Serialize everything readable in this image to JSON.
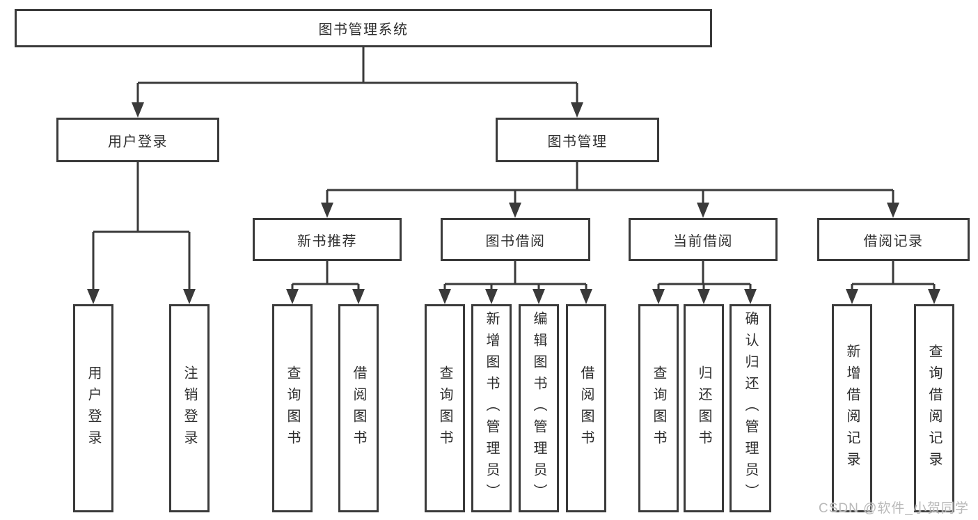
{
  "org_chart": {
    "root": {
      "label": "图书管理系统",
      "children": [
        {
          "label": "用户登录",
          "children": [
            {
              "label": "用户登录"
            },
            {
              "label": "注销登录"
            }
          ]
        },
        {
          "label": "图书管理",
          "children": [
            {
              "label": "新书推荐",
              "children": [
                {
                  "label": "查询图书"
                },
                {
                  "label": "借阅图书"
                }
              ]
            },
            {
              "label": "图书借阅",
              "children": [
                {
                  "label": "查询图书"
                },
                {
                  "label": "新增图书（管理员）"
                },
                {
                  "label": "编辑图书（管理员）"
                },
                {
                  "label": "借阅图书"
                }
              ]
            },
            {
              "label": "当前借阅",
              "children": [
                {
                  "label": "查询图书"
                },
                {
                  "label": "归还图书"
                },
                {
                  "label": "确认归还（管理员）"
                }
              ]
            },
            {
              "label": "借阅记录",
              "children": [
                {
                  "label": "新增借阅记录"
                },
                {
                  "label": "查询借阅记录"
                }
              ]
            }
          ]
        }
      ]
    }
  },
  "watermark": {
    "text": "CSDN @软件_小贺同学"
  },
  "colors": {
    "line": "#3a3a3a",
    "text": "#2e2e2e",
    "watermark": "#b9b9b9",
    "background": "#ffffff"
  }
}
